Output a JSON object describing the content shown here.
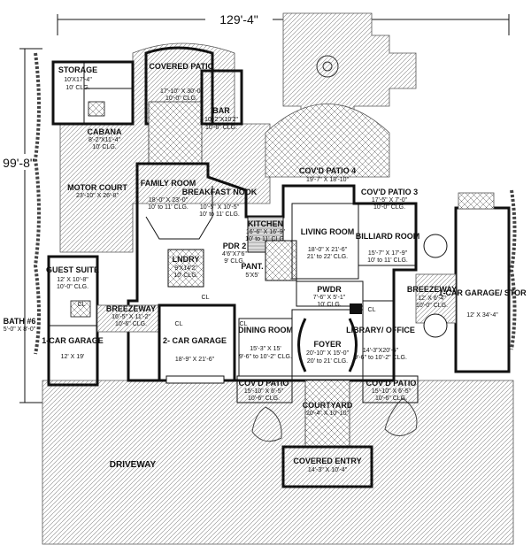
{
  "dimensions": {
    "width_label": "129'-4\"",
    "depth_label": "99'-8\""
  },
  "rooms": {
    "storage": {
      "name": "STORAGE",
      "size": "10'X17'-4\"",
      "clg": "10' CLG."
    },
    "cabana": {
      "name": "CABANA",
      "size": "8'-2\"X11'-4\"",
      "clg": "10' CLG."
    },
    "covered_patio": {
      "name": "COVERED PATIO",
      "size": "17'-10\" X 30'-0\"",
      "clg": "10'-0\" CLG."
    },
    "bar": {
      "name": "BAR",
      "size": "10'-2\"X10'2\"",
      "clg": "10'-6\" CLG."
    },
    "covd_patio_4": {
      "name": "COV'D PATIO 4",
      "size": "19'-7\" X 18'-10\""
    },
    "motor_court": {
      "name": "MOTOR COURT",
      "size": "23'-10\" X 26'-8\""
    },
    "family_room": {
      "name": "FAMILY ROOM",
      "size": "18'-0\" X 23'-0\"",
      "clg": "10' to 11' CLG."
    },
    "breakfast_nook": {
      "name": "BREAKFAST NOOK",
      "size": "10'-5\" X 10'-5\"",
      "clg": "10' to 11' CLG."
    },
    "covd_patio_3": {
      "name": "COV'D PATIO 3",
      "size": "17'-5\" X 7'-0\"",
      "clg": "10'-0\" CLG."
    },
    "kitchen": {
      "name": "KITCHEN",
      "size": "16'-6\" X 16'-9\"",
      "clg": "10' to 11' CLG."
    },
    "living_room": {
      "name": "LIVING ROOM",
      "size": "18'-0\" X 21'-6\"",
      "clg": "21' to 22' CLG."
    },
    "billiard_room": {
      "name": "BILLIARD ROOM",
      "size": "15'-7\" X 17'-9\"",
      "clg": "10' to 11' CLG."
    },
    "pdr2": {
      "name": "PDR 2",
      "size": "4'6\"X7'6\"",
      "clg": "9' CLG."
    },
    "laundry": {
      "name": "LNDRY",
      "size": "9'X14'2\"",
      "clg": "10' CLG."
    },
    "pantry": {
      "name": "PANT.",
      "size": "5'X5'"
    },
    "guest_suite": {
      "name": "GUEST SUITE",
      "size": "12' X 10'-8\"",
      "clg": "10'-0\" CLG."
    },
    "breezeway_l": {
      "name": "BREEZEWAY",
      "size": "16'-5\" X 11'-2\"",
      "clg": "10'-6\" CLG."
    },
    "pwdr": {
      "name": "PWDR",
      "size": "7'-6\" X 5'-1\"",
      "clg": "10' CLG."
    },
    "breezeway_r": {
      "name": "BREEZEWAY",
      "size": "12' X 6'-4\"",
      "clg": "10'-0\" CLG."
    },
    "garage_1car_r": {
      "name": "1-CAR GARAGE/ STOR",
      "size": "12' X 34'-4\""
    },
    "bath6": {
      "name": "BATH #6",
      "size": "5'-0\" X 8'-0\""
    },
    "garage_1car_l": {
      "name": "1-CAR GARAGE",
      "size": "12' X 19'"
    },
    "garage_2car": {
      "name": "2- CAR GARAGE",
      "size": "18'-9\" X 21'-6\""
    },
    "dining_room": {
      "name": "DINING ROOM",
      "size": "15'-3\" X 15'",
      "clg": "9'-6\" to 10'-2\" CLG."
    },
    "foyer": {
      "name": "FOYER",
      "size": "20'-10\" X 15'-0\"",
      "clg": "20' to 21' CLG."
    },
    "library": {
      "name": "LIBRARY/ OFFICE",
      "size": "14'-3\"X20'-5\"",
      "clg": "9'-6\" to 10'-2\" CLG."
    },
    "covd_patio_l": {
      "name": "COV'D PATIO",
      "size": "15'-10\" X 6'-5\"",
      "clg": "10'-6\" CLG."
    },
    "covd_patio_r": {
      "name": "COV'D PATIO",
      "size": "15'-10\" X 6'-5\"",
      "clg": "10'-6\" CLG."
    },
    "courtyard": {
      "name": "COURTYARD",
      "size": "20'-4\" X 10'-10\""
    },
    "driveway": {
      "name": "DRIVEWAY"
    },
    "covered_entry": {
      "name": "COVERED ENTRY",
      "size": "14'-3\" X 10'-4\""
    }
  },
  "tags": {
    "cl": "CL"
  }
}
